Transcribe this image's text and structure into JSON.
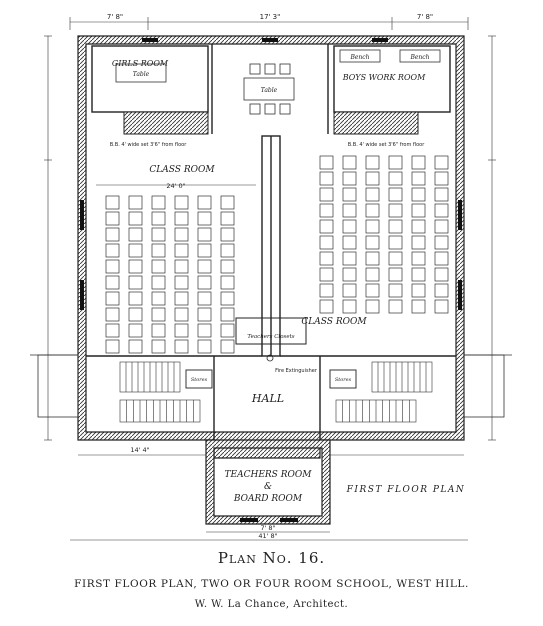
{
  "rooms": {
    "girls_room": "GIRLS ROOM",
    "boys_work_room": "BOYS WORK ROOM",
    "class_room_left": "CLASS ROOM",
    "class_room_right": "CLASS ROOM",
    "hall": "HALL",
    "teachers_room_line1": "TEACHERS ROOM",
    "teachers_room_line2": "&",
    "teachers_room_line3": "BOARD ROOM",
    "teachers_closets": "Teachers Closets",
    "stores": "Stores"
  },
  "furniture": {
    "table": "Table",
    "bench": "Bench"
  },
  "dimensions": {
    "width_left": "7' 8\"",
    "width_mid": "17' 3\"",
    "width_right": "7' 8\"",
    "class_room_width": "24' 0\"",
    "teachers_room_width": "14' 4\"",
    "board_width": "7' 8\"",
    "bottom_overall": "41' 8\""
  },
  "notes": {
    "blackboard_left": "B.B. 4' wide set 3'6\" from floor",
    "blackboard_right": "B.B. 4' wide set 3'6\" from floor",
    "fire_extinguisher": "Fire Extinguisher"
  },
  "plan_title": "FIRST FLOOR PLAN",
  "caption": {
    "title": "Plan No. 16.",
    "subtitle": "FIRST FLOOR PLAN, TWO OR FOUR ROOM SCHOOL, WEST HILL.",
    "architect": "W. W. La Chance, Architect."
  }
}
